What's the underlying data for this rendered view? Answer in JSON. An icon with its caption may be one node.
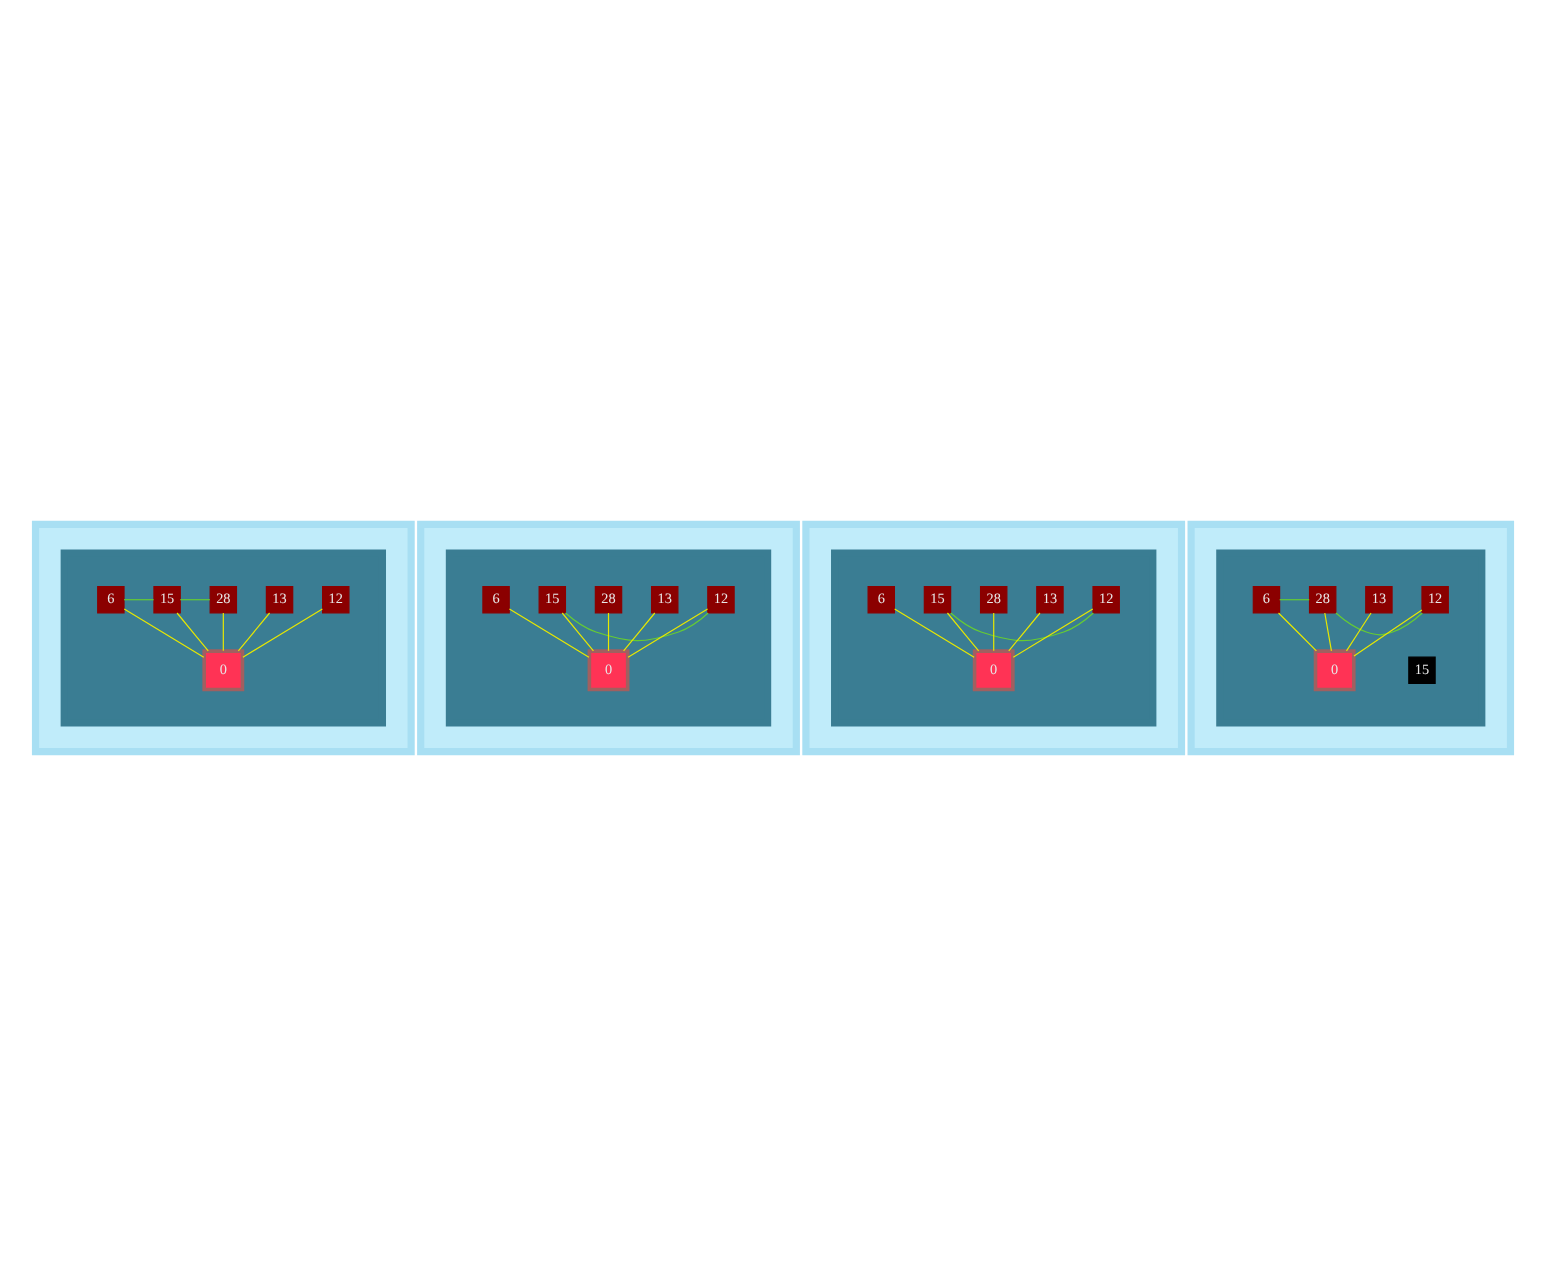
{
  "diagram": {
    "nodes": [
      {
        "text": [],
        "shape": "box"
      },
      {
        "text": [],
        "shape": "box",
        "in": 0
      },
      {
        "text": [
          "6"
        ],
        "in": 1
      },
      {
        "text": [
          "15"
        ],
        "in": 1
      },
      {
        "text": [
          "28"
        ],
        "in": 1
      },
      {
        "text": [
          "13"
        ],
        "in": 1
      },
      {
        "text": [
          "12"
        ],
        "in": 1
      },
      {
        "text": [
          "0"
        ],
        "in": 1
      },
      {
        "text": [],
        "shape": "box"
      },
      {
        "text": [],
        "shape": "box",
        "in": 8
      },
      {
        "text": [
          "6"
        ],
        "in": 9
      },
      {
        "text": [
          "15"
        ],
        "in": 9
      },
      {
        "text": [
          "28"
        ],
        "in": 9
      },
      {
        "text": [
          "13"
        ],
        "in": 9
      },
      {
        "text": [
          "12"
        ],
        "in": 9
      },
      {
        "text": [
          "0"
        ],
        "in": 9
      },
      {
        "text": [],
        "shape": "box"
      },
      {
        "text": [],
        "shape": "box",
        "in": 16
      },
      {
        "text": [
          "6"
        ],
        "in": 17
      },
      {
        "text": [
          "15"
        ],
        "in": 17
      },
      {
        "text": [
          "28"
        ],
        "in": 17
      },
      {
        "text": [
          "13"
        ],
        "in": 17
      },
      {
        "text": [
          "12"
        ],
        "in": 17
      },
      {
        "text": [
          "0"
        ],
        "in": 17
      },
      {
        "text": [],
        "shape": "box"
      },
      {
        "text": [],
        "shape": "box",
        "in": 24
      },
      {
        "text": [
          "6"
        ],
        "in": 25
      },
      {
        "text": [
          "15"
        ],
        "in": 25
      },
      {
        "text": [
          "28"
        ],
        "in": 25
      },
      {
        "text": [
          "13"
        ],
        "in": 25
      },
      {
        "text": [
          "12"
        ],
        "in": 25
      },
      {
        "text": [
          "0"
        ],
        "in": 25
      }
    ],
    "edges": [
      {
        "from": 7,
        "to": 5,
        "arrow": "none"
      },
      {
        "from": 7,
        "to": 3,
        "arrow": "none"
      },
      {
        "from": 7,
        "to": 2,
        "arrow": "none"
      },
      {
        "from": 7,
        "to": 4,
        "arrow": "none"
      },
      {
        "from": 7,
        "to": 6,
        "arrow": "none"
      },
      {
        "from": 3,
        "to": 2,
        "arrow": "none",
        "color": "#66cc33"
      },
      {
        "from": 3,
        "to": 4,
        "arrow": "none",
        "color": "#66cc33"
      },
      {
        "from": 15,
        "to": 13,
        "arrow": "none"
      },
      {
        "from": 15,
        "to": 11,
        "arrow": "none"
      },
      {
        "from": 15,
        "to": 10,
        "arrow": "none"
      },
      {
        "from": 15,
        "to": 12,
        "arrow": "none"
      },
      {
        "from": 15,
        "to": 14,
        "arrow": "none"
      },
      {
        "from": 11,
        "to": 14,
        "arrow": "none",
        "color": "#66cc33"
      },
      {
        "from": 23,
        "to": 21,
        "arrow": "none"
      },
      {
        "from": 23,
        "to": 19,
        "arrow": "none"
      },
      {
        "from": 23,
        "to": 18,
        "arrow": "none"
      },
      {
        "from": 23,
        "to": 20,
        "arrow": "none"
      },
      {
        "from": 23,
        "to": 22,
        "arrow": "none"
      },
      {
        "from": 19,
        "to": 22,
        "arrow": "none",
        "color": "#66cc33"
      },
      {
        "from": 31,
        "to": 29,
        "arrow": "none"
      },
      {
        "from": 31,
        "to": 26,
        "arrow": "none"
      },
      {
        "from": 31,
        "to": 28,
        "arrow": "none"
      },
      {
        "from": 31,
        "to": 30,
        "arrow": "none"
      },
      {
        "from": 26,
        "to": 28,
        "arrow": "none",
        "color": "#66cc33"
      },
      {
        "from": 28,
        "to": 30,
        "arrow": "none",
        "color": "#66cc33"
      }
    ]
  }
}
